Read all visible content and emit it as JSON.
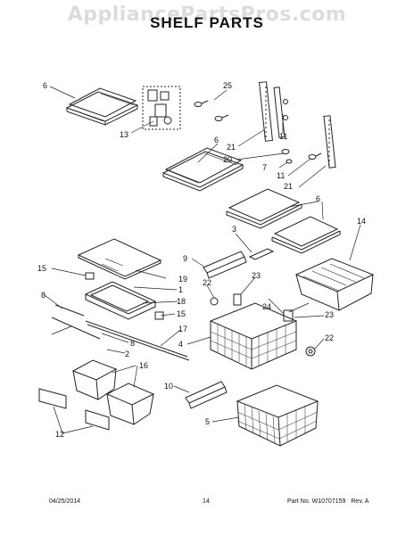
{
  "watermark": "AppliancePartsPros.com",
  "title": "SHELF PARTS",
  "callouts": {
    "c1": "1",
    "c2": "2",
    "c3": "3",
    "c4": "4",
    "c5": "5",
    "c6": "6",
    "c7": "7",
    "c8": "8",
    "c9": "9",
    "c10": "10",
    "c11": "11",
    "c12": "12",
    "c13": "13",
    "c14": "14",
    "c15": "15",
    "c16": "16",
    "c17": "17",
    "c18": "18",
    "c19": "19",
    "c20": "20",
    "c21": "21",
    "c22": "22",
    "c23": "23",
    "c24": "24",
    "c25": "25"
  },
  "footer": {
    "date": "04/25/2014",
    "page": "14",
    "part_number": "Part No. W10707159",
    "revision": "Rev. A"
  }
}
